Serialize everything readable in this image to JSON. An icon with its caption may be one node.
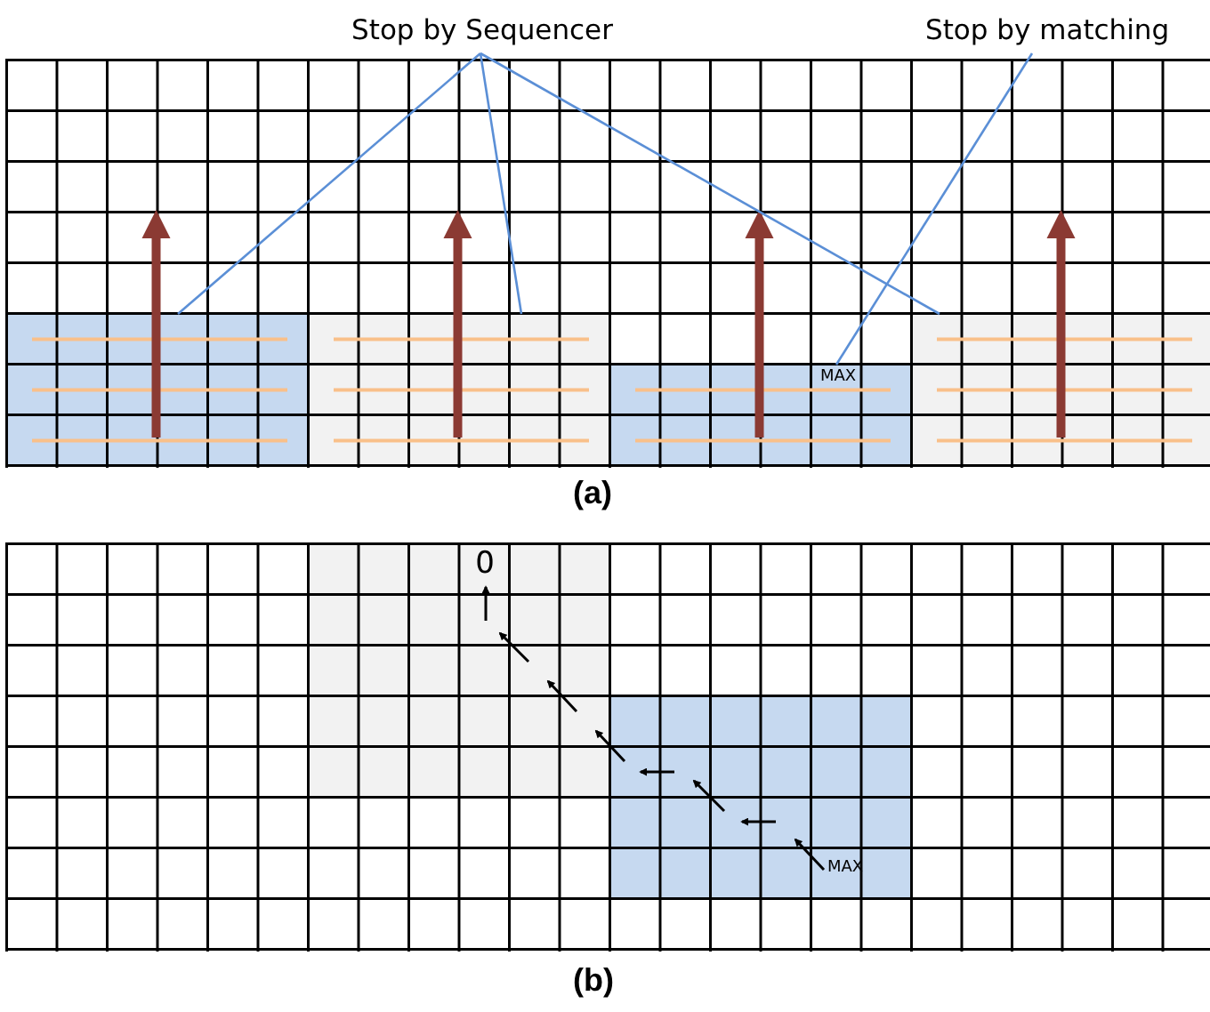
{
  "diagram": {
    "nodes": [
      {
        "text": [
          "Stop by Sequencer"
        ]
      },
      {
        "text": [
          "Stop by matching"
        ]
      },
      {
        "text": [],
        "shape": "box"
      },
      {
        "text": [],
        "shape": "box"
      },
      {
        "text": [
          "MAX"
        ]
      },
      {
        "text": [],
        "shape": "box"
      },
      {
        "text": [
          "0"
        ]
      },
      {
        "text": [
          "MAX"
        ]
      }
    ],
    "edges": [
      {
        "from": 0,
        "to": 2,
        "arrow": "none"
      },
      {
        "from": 0,
        "to": 3,
        "arrow": "none"
      },
      {
        "from": 0,
        "to": 5,
        "arrow": "none"
      },
      {
        "from": 1,
        "to": 4,
        "arrow": "none"
      }
    ],
    "labels": [
      "(a)",
      "(b)"
    ]
  }
}
